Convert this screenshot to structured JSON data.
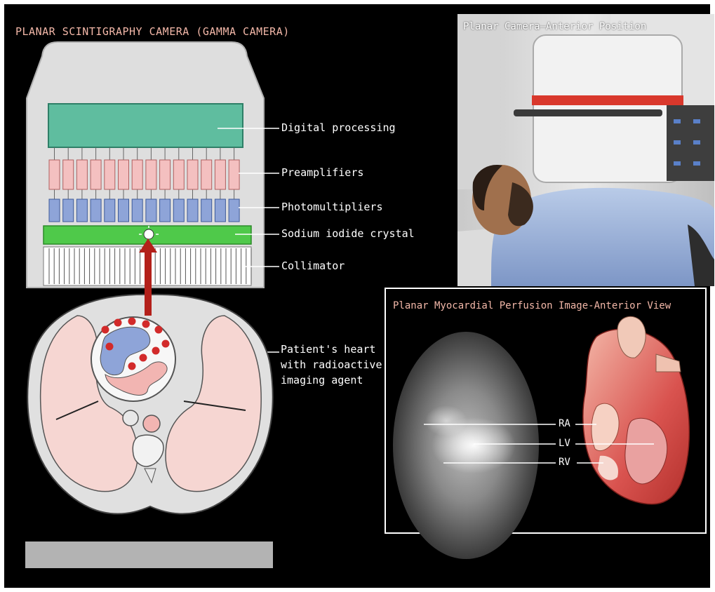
{
  "diagram": {
    "title": "PLANAR SCINTIGRAPHY CAMERA (GAMMA CAMERA)",
    "labels": {
      "digital": "Digital processing",
      "preamp": "Preamplifiers",
      "photo": "Photomultipliers",
      "crystal": "Sodium iodide crystal",
      "collimator": "Collimator"
    },
    "heart_label": [
      "Patient's heart",
      "with radioactive",
      "imaging agent"
    ]
  },
  "photo": {
    "title": "Planar Camera—Anterior Position"
  },
  "inset": {
    "title": "Planar Myocardial Perfusion Image-Anterior View",
    "labels": {
      "ra": "RA",
      "lv": "LV",
      "rv": "RV"
    }
  },
  "colors": {
    "background": "#000000",
    "camera_housing": "#d9d9d9",
    "digital": "#5fbd9f",
    "preamp": "#f4c0c0",
    "photomultiplier": "#8ea4d8",
    "crystal": "#4fc94a",
    "arrow": "#b3201a",
    "lung": "#f6d6d2"
  }
}
